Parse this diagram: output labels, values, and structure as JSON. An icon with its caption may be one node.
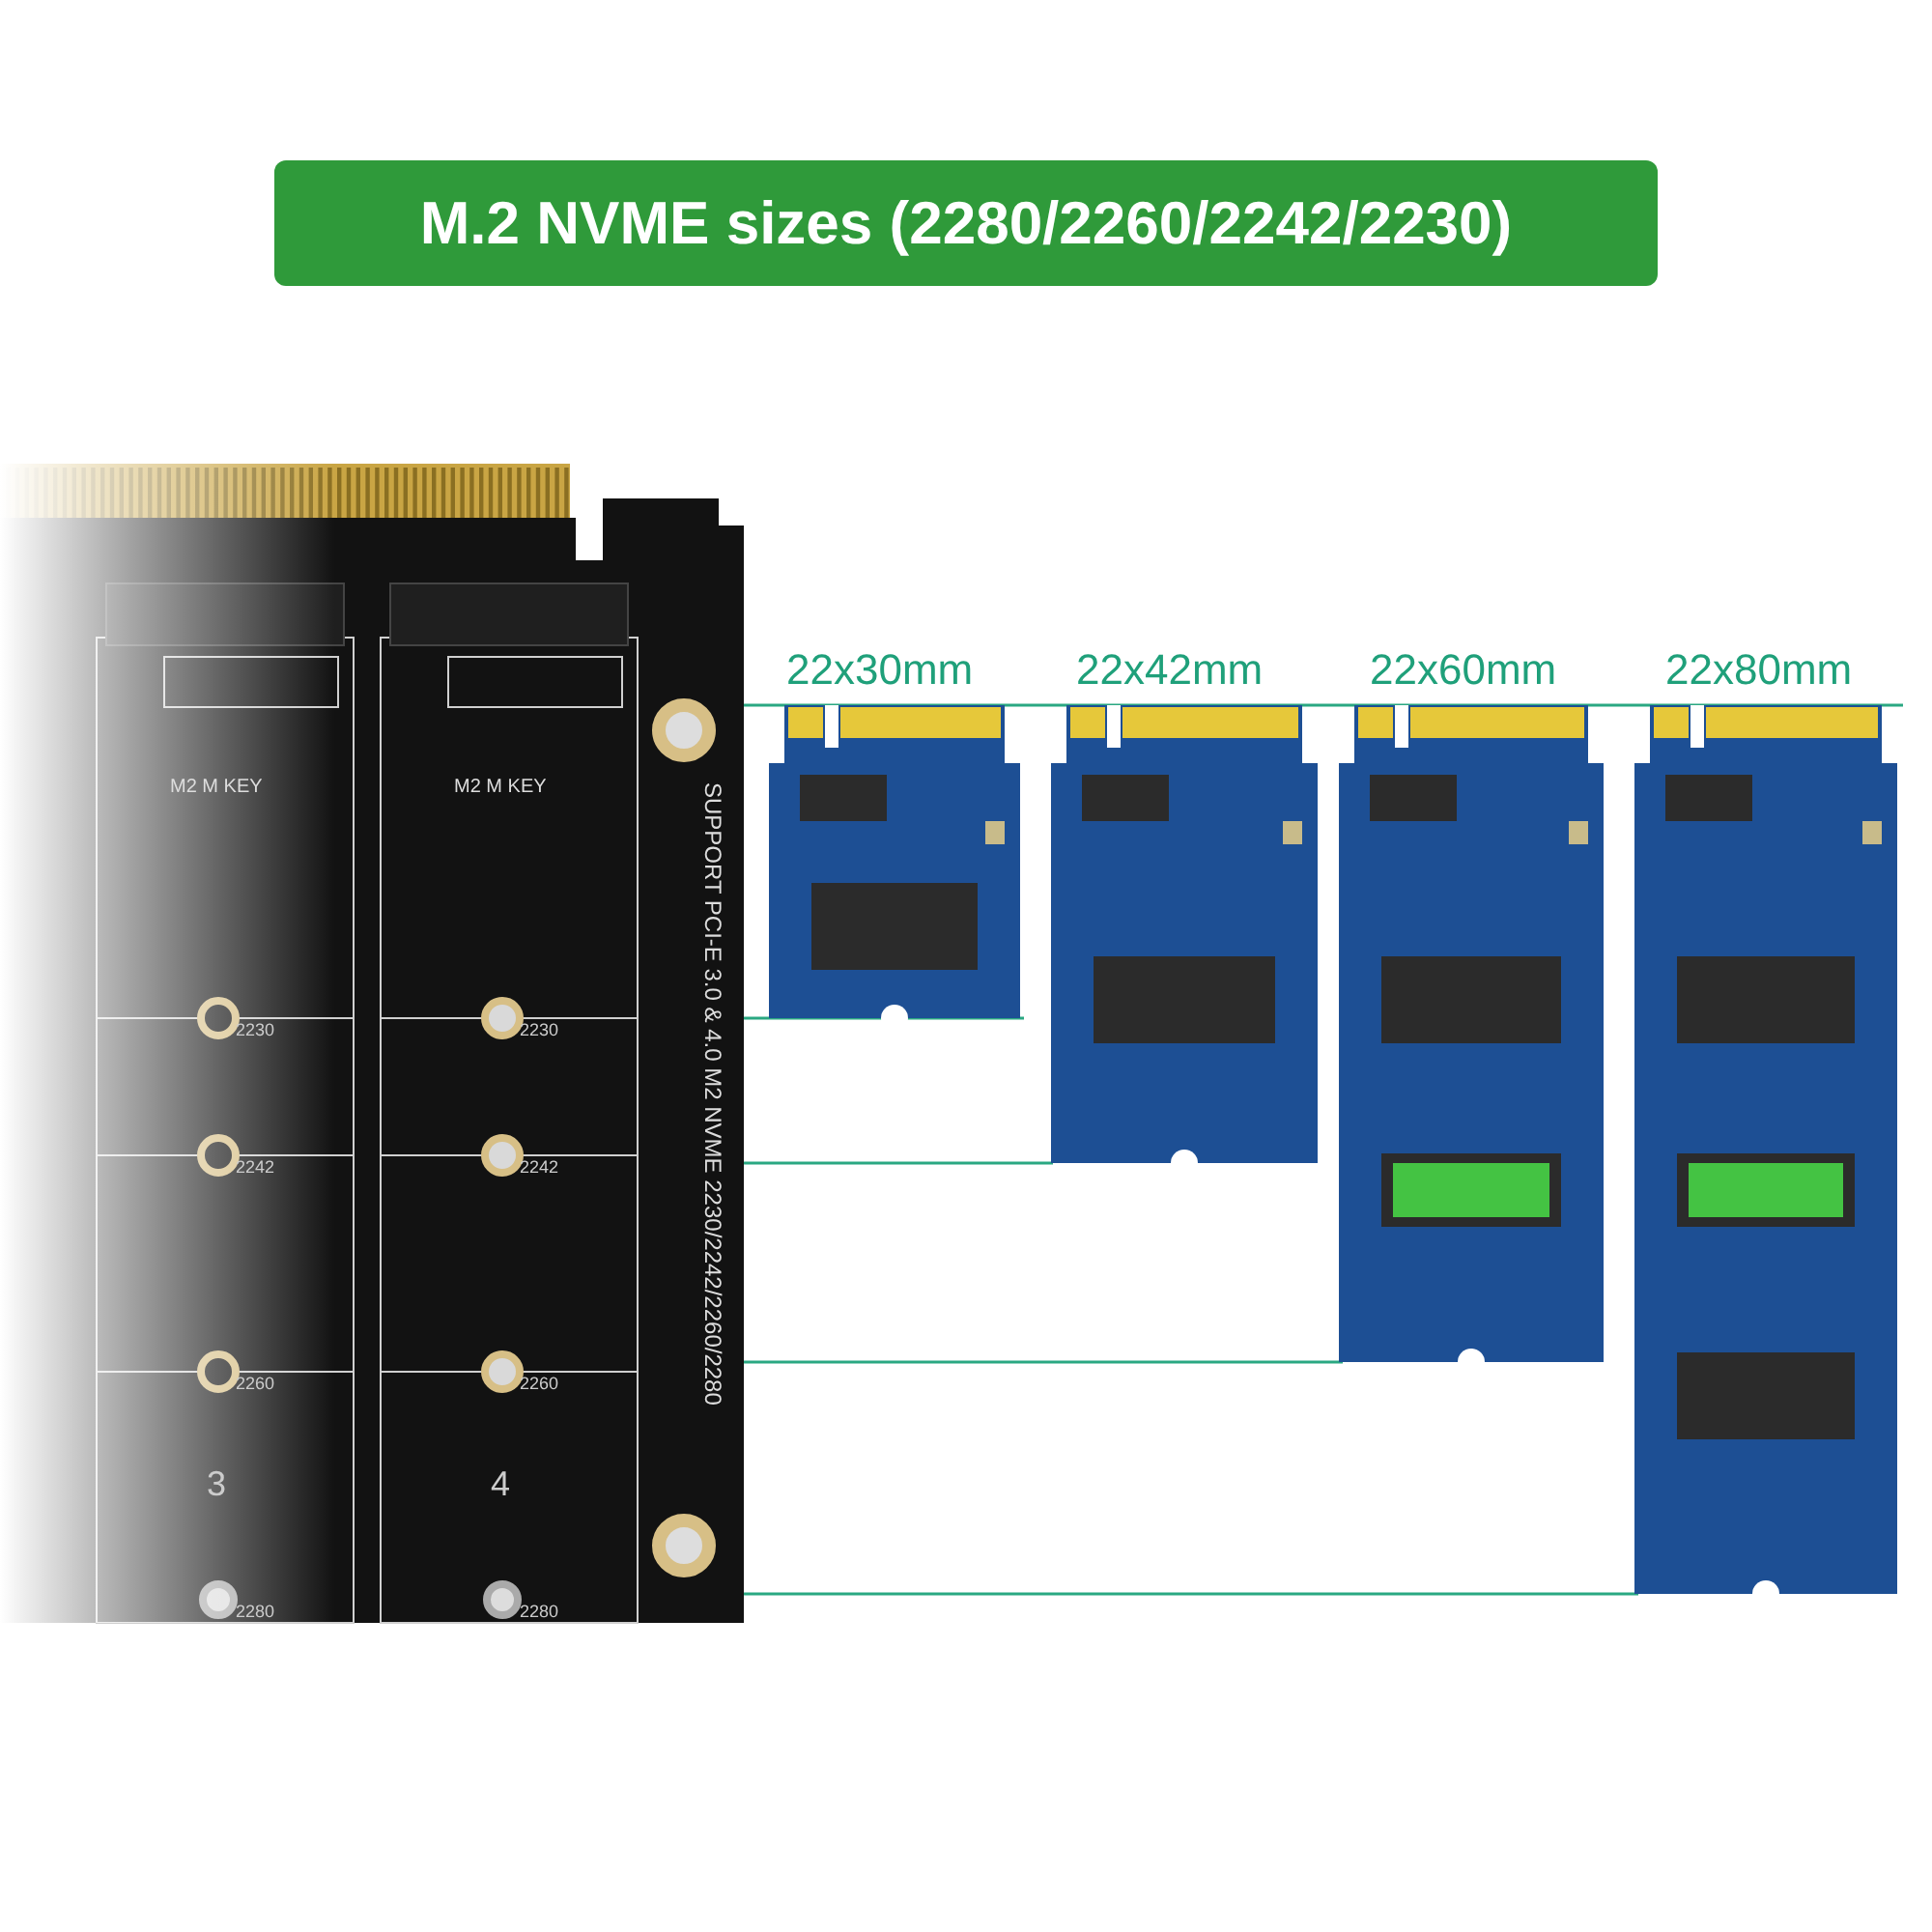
{
  "diagram": {
    "title": "M.2 NVME sizes (2280/2260/2242/2230)",
    "labels": [
      "22x30mm",
      "22x42mm",
      "22x60mm",
      "22x80mm",
      "SUPPORT PCI-E 3.0 & 4.0 M2 NVME 2230/2242/2260/2280",
      "M2 M KEY",
      "M2 M KEY",
      "2230",
      "2230",
      "2242",
      "2242",
      "2260",
      "2260",
      "2280",
      "2280",
      "3",
      "4"
    ]
  }
}
